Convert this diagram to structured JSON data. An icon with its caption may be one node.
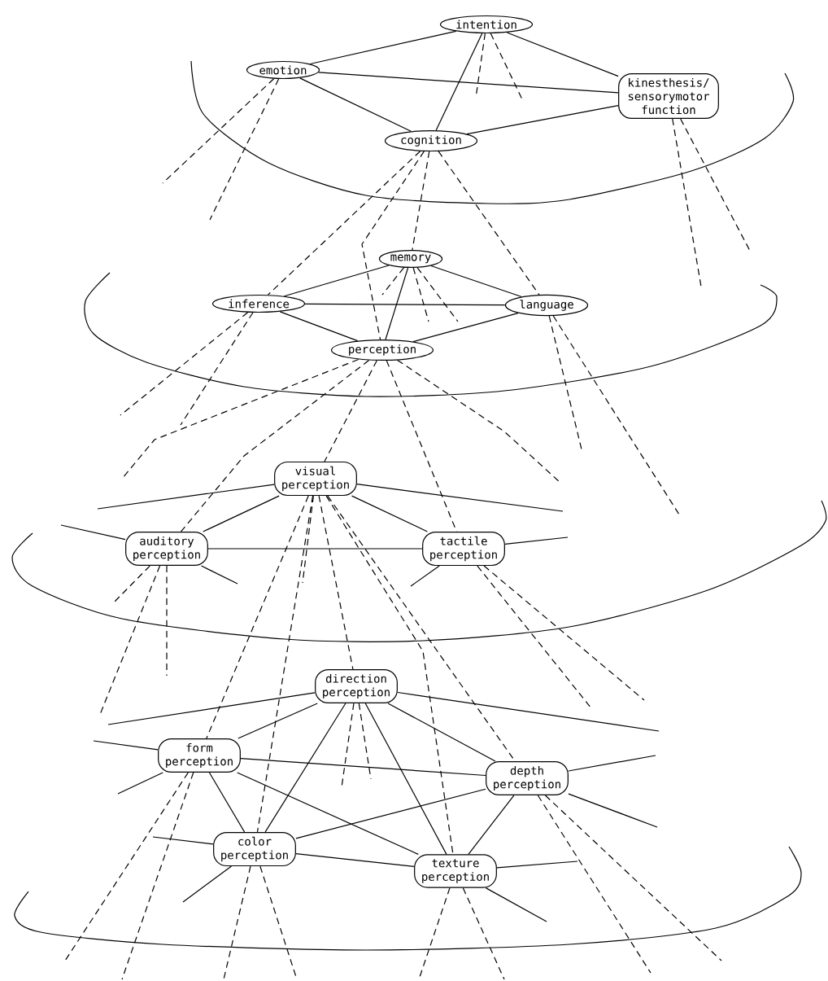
{
  "diagram": {
    "nodes": [
      {
        "text": [
          "intention"
        ]
      },
      {
        "text": [
          "emotion"
        ]
      },
      {
        "text": [
          "kinesthesis/ sensorymotor function"
        ]
      },
      {
        "text": [
          "cognition"
        ]
      },
      {
        "text": [
          "memory"
        ]
      },
      {
        "text": [
          "inference"
        ]
      },
      {
        "text": [
          "language"
        ]
      },
      {
        "text": [
          "perception"
        ]
      },
      {
        "text": [
          "visual perception"
        ]
      },
      {
        "text": [
          "auditory perception"
        ]
      },
      {
        "text": [
          "tactile perception"
        ]
      },
      {
        "text": [
          "direction perception"
        ]
      },
      {
        "text": [
          "form perception"
        ]
      },
      {
        "text": [
          "depth perception"
        ]
      },
      {
        "text": [
          "color perception"
        ]
      },
      {
        "text": [
          "texture perception"
        ]
      }
    ],
    "edges": [
      {
        "from": 0,
        "to": 1,
        "arrow": "none"
      },
      {
        "from": 0,
        "to": 2,
        "arrow": "none"
      },
      {
        "from": 0,
        "to": 3,
        "arrow": "none"
      },
      {
        "from": 1,
        "to": 2,
        "arrow": "none"
      },
      {
        "from": 1,
        "to": 3,
        "arrow": "none"
      },
      {
        "from": 3,
        "to": 2,
        "arrow": "none"
      },
      {
        "from": 1,
        "to": null,
        "arrow": "none",
        "style": "dashed"
      },
      {
        "from": 1,
        "to": null,
        "arrow": "none",
        "style": "dashed"
      },
      {
        "from": 0,
        "to": null,
        "arrow": "none",
        "style": "dashed"
      },
      {
        "from": 0,
        "to": null,
        "arrow": "none",
        "style": "dashed"
      },
      {
        "from": 2,
        "to": null,
        "arrow": "none",
        "style": "dashed"
      },
      {
        "from": 2,
        "to": null,
        "arrow": "none",
        "style": "dashed"
      },
      {
        "from": 3,
        "to": 5,
        "arrow": "none",
        "style": "dashed"
      },
      {
        "from": 3,
        "to": 7,
        "arrow": "none",
        "style": "dashed"
      },
      {
        "from": 3,
        "to": 4,
        "arrow": "none",
        "style": "dashed"
      },
      {
        "from": 3,
        "to": 6,
        "arrow": "none",
        "style": "dashed"
      },
      {
        "from": 4,
        "to": 5,
        "arrow": "none"
      },
      {
        "from": 4,
        "to": 6,
        "arrow": "none"
      },
      {
        "from": 4,
        "to": 7,
        "arrow": "none"
      },
      {
        "from": 5,
        "to": 6,
        "arrow": "none"
      },
      {
        "from": 5,
        "to": 7,
        "arrow": "none"
      },
      {
        "from": 7,
        "to": 6,
        "arrow": "none"
      },
      {
        "from": 4,
        "to": null,
        "arrow": "none",
        "style": "dashed"
      },
      {
        "from": 4,
        "to": null,
        "arrow": "none",
        "style": "dashed"
      },
      {
        "from": 4,
        "to": null,
        "arrow": "none",
        "style": "dashed"
      },
      {
        "from": 5,
        "to": null,
        "arrow": "none",
        "style": "dashed"
      },
      {
        "from": 5,
        "to": null,
        "arrow": "none",
        "style": "dashed"
      },
      {
        "from": 7,
        "to": null,
        "arrow": "none",
        "style": "dashed"
      },
      {
        "from": 7,
        "to": 9,
        "arrow": "none",
        "style": "dashed"
      },
      {
        "from": 7,
        "to": 8,
        "arrow": "none",
        "style": "dashed"
      },
      {
        "from": 7,
        "to": 10,
        "arrow": "none",
        "style": "dashed"
      },
      {
        "from": 7,
        "to": null,
        "arrow": "none",
        "style": "dashed"
      },
      {
        "from": 6,
        "to": null,
        "arrow": "none",
        "style": "dashed"
      },
      {
        "from": 6,
        "to": null,
        "arrow": "none",
        "style": "dashed"
      },
      {
        "from": 8,
        "to": 9,
        "arrow": "none"
      },
      {
        "from": 8,
        "to": 10,
        "arrow": "none"
      },
      {
        "from": 9,
        "to": 10,
        "arrow": "none"
      },
      {
        "from": 8,
        "to": null,
        "arrow": "none"
      },
      {
        "from": 8,
        "to": null,
        "arrow": "none"
      },
      {
        "from": 9,
        "to": null,
        "arrow": "none"
      },
      {
        "from": 9,
        "to": null,
        "arrow": "none"
      },
      {
        "from": 10,
        "to": null,
        "arrow": "none"
      },
      {
        "from": 10,
        "to": null,
        "arrow": "none"
      },
      {
        "from": 8,
        "to": 12,
        "arrow": "none",
        "style": "dashed"
      },
      {
        "from": 8,
        "to": 14,
        "arrow": "none",
        "style": "dashed"
      },
      {
        "from": 8,
        "to": null,
        "arrow": "none",
        "style": "dashed"
      },
      {
        "from": 8,
        "to": 11,
        "arrow": "none",
        "style": "dashed"
      },
      {
        "from": 8,
        "to": 15,
        "arrow": "none",
        "style": "dashed"
      },
      {
        "from": 8,
        "to": 13,
        "arrow": "none",
        "style": "dashed"
      },
      {
        "from": 9,
        "to": null,
        "arrow": "none",
        "style": "dashed"
      },
      {
        "from": 9,
        "to": null,
        "arrow": "none",
        "style": "dashed"
      },
      {
        "from": 9,
        "to": null,
        "arrow": "none",
        "style": "dashed"
      },
      {
        "from": 10,
        "to": null,
        "arrow": "none",
        "style": "dashed"
      },
      {
        "from": 10,
        "to": null,
        "arrow": "none",
        "style": "dashed"
      },
      {
        "from": 11,
        "to": 12,
        "arrow": "none"
      },
      {
        "from": 11,
        "to": 13,
        "arrow": "none"
      },
      {
        "from": 11,
        "to": 14,
        "arrow": "none"
      },
      {
        "from": 11,
        "to": 15,
        "arrow": "none"
      },
      {
        "from": 12,
        "to": 13,
        "arrow": "none"
      },
      {
        "from": 12,
        "to": 14,
        "arrow": "none"
      },
      {
        "from": 12,
        "to": 15,
        "arrow": "none"
      },
      {
        "from": 13,
        "to": 14,
        "arrow": "none"
      },
      {
        "from": 13,
        "to": 15,
        "arrow": "none"
      },
      {
        "from": 14,
        "to": 15,
        "arrow": "none"
      },
      {
        "from": 11,
        "to": null,
        "arrow": "none"
      },
      {
        "from": 11,
        "to": null,
        "arrow": "none"
      },
      {
        "from": 11,
        "to": null,
        "arrow": "none",
        "style": "dashed"
      },
      {
        "from": 11,
        "to": null,
        "arrow": "none",
        "style": "dashed"
      },
      {
        "from": 12,
        "to": null,
        "arrow": "none"
      },
      {
        "from": 12,
        "to": null,
        "arrow": "none"
      },
      {
        "from": 13,
        "to": null,
        "arrow": "none"
      },
      {
        "from": 13,
        "to": null,
        "arrow": "none"
      },
      {
        "from": 14,
        "to": null,
        "arrow": "none"
      },
      {
        "from": 14,
        "to": null,
        "arrow": "none"
      },
      {
        "from": 15,
        "to": null,
        "arrow": "none"
      },
      {
        "from": 15,
        "to": null,
        "arrow": "none"
      },
      {
        "from": 12,
        "to": null,
        "arrow": "none",
        "style": "dashed"
      },
      {
        "from": 12,
        "to": null,
        "arrow": "none",
        "style": "dashed"
      },
      {
        "from": 14,
        "to": null,
        "arrow": "none",
        "style": "dashed"
      },
      {
        "from": 14,
        "to": null,
        "arrow": "none",
        "style": "dashed"
      },
      {
        "from": 15,
        "to": null,
        "arrow": "none",
        "style": "dashed"
      },
      {
        "from": 15,
        "to": null,
        "arrow": "none",
        "style": "dashed"
      },
      {
        "from": 13,
        "to": null,
        "arrow": "none",
        "style": "dashed"
      },
      {
        "from": 13,
        "to": null,
        "arrow": "none",
        "style": "dashed"
      }
    ]
  }
}
